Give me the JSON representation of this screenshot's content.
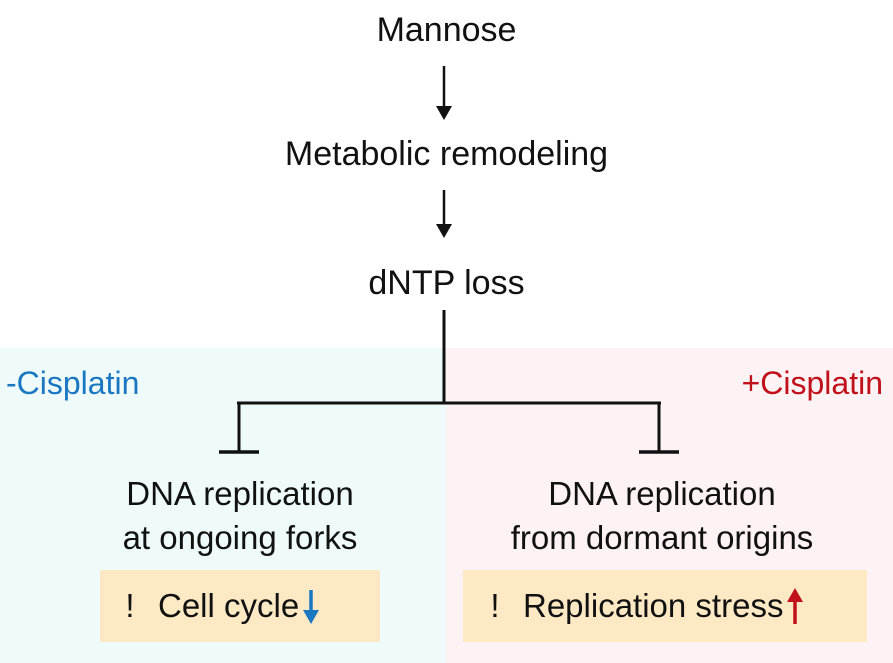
{
  "colors": {
    "left_panel_bg": "#effbfb",
    "right_panel_bg": "#fdf2f4",
    "left_label": "#1a78c2",
    "right_label": "#c0101a",
    "outcome_box_bg": "#fde9c4",
    "down_arrow": "#1a78c2",
    "up_arrow": "#c0101a",
    "line": "#111111"
  },
  "nodes": {
    "mannose": "Mannose",
    "metabolic_remodeling": "Metabolic remodeling",
    "dntp_loss": "dNTP loss"
  },
  "conditions": {
    "left": "-Cisplatin",
    "right": "+Cisplatin"
  },
  "outcomes": {
    "left": {
      "line1": "DNA replication",
      "line2": "at ongoing forks",
      "box_mark": "!",
      "box_label": "Cell cycle",
      "trend": "down",
      "trend_icon": "down-arrow-icon"
    },
    "right": {
      "line1": "DNA replication",
      "line2": "from dormant origins",
      "box_mark": "!",
      "box_label": "Replication stress",
      "trend": "up",
      "trend_icon": "up-arrow-icon"
    }
  }
}
